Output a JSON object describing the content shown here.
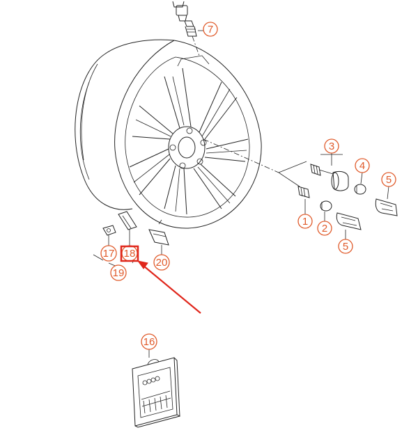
{
  "diagram": {
    "callouts": {
      "c1": "1",
      "c2": "2",
      "c3": "3",
      "c4": "4",
      "c5a": "5",
      "c5b": "5",
      "c7": "7",
      "c16": "16",
      "c17": "17",
      "c18": "18",
      "c19": "19",
      "c20": "20"
    },
    "highlight": {
      "target": "18",
      "color": "#e0261b"
    },
    "callout_color": "#e05a2a",
    "line_color": "#222222"
  }
}
